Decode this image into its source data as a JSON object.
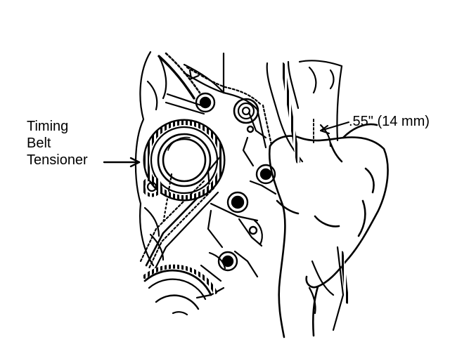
{
  "callouts": {
    "tensioner_label": [
      "Timing",
      "Belt",
      "Tensioner"
    ],
    "measurement_label": ".55\" (14 mm)"
  },
  "palette": {
    "ink": "#000000",
    "paper": "#ffffff"
  }
}
